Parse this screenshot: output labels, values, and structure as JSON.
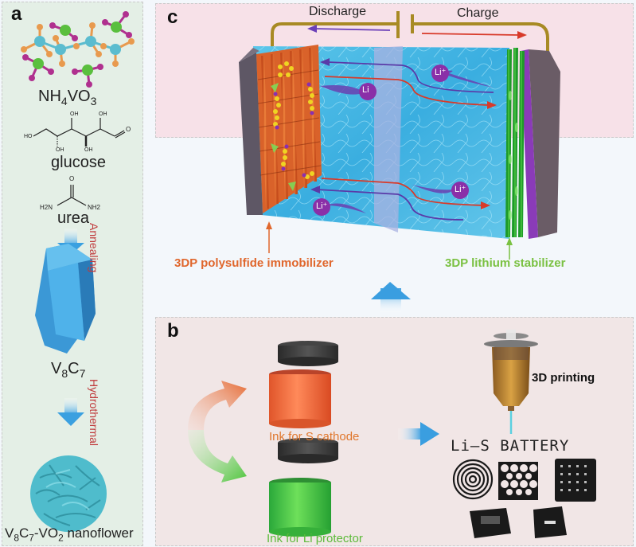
{
  "panels": {
    "a": {
      "label": "a",
      "compounds": [
        {
          "formula_main": "NH",
          "sub1": "4",
          "mid": "VO",
          "sub2": "3"
        },
        {
          "name": "glucose"
        },
        {
          "name": "urea"
        }
      ],
      "glucose_groups": [
        "OH",
        "OH",
        "HO",
        "OH",
        "OH",
        "O"
      ],
      "urea_groups": [
        "O",
        "H2N",
        "NH2"
      ],
      "step1": "Annealing",
      "product1": {
        "a": "V",
        "s1": "8",
        "b": "C",
        "s2": "7"
      },
      "step2": "Hydrothermal",
      "product2": {
        "a": "V",
        "s1": "8",
        "b": "C",
        "s2": "7",
        "c": "-VO",
        "s3": "2",
        "d": " nanoflower"
      }
    },
    "b": {
      "label": "b",
      "ink_s": "Ink for S cathode",
      "ink_li": "Ink for Li protector",
      "printing": "3D printing",
      "battery": "Li–S BATTERY"
    },
    "c": {
      "label": "c",
      "discharge": "Discharge",
      "charge": "Charge",
      "ion": "Li",
      "ion_plus": "Li⁺",
      "cathode_label": "3DP polysulfide immobilizer",
      "anode_label": "3DP lithium stabilizer"
    }
  },
  "colors": {
    "step_text": "#c0393b",
    "cathode_text": "#e0672d",
    "anode_text": "#7ac142",
    "ink_s_text": "#e0772d",
    "ink_li_text": "#5dbb3a",
    "arrow_blue": "#3a9ee0"
  }
}
